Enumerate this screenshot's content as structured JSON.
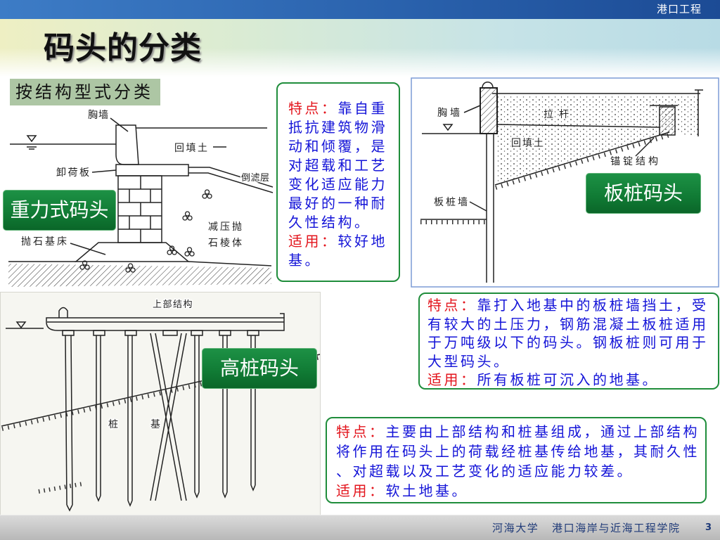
{
  "header": {
    "course": "港口工程"
  },
  "title": "码头的分类",
  "category_tag": "按结构型式分类",
  "gravity": {
    "type_label": "重力式码头",
    "labels": {
      "parapet": "胸墙",
      "backfill": "回填土",
      "relieving_slab": "卸荷板",
      "filter_layer": "倒滤层",
      "relief_prism_line1": "减压抛",
      "relief_prism_line2": "石棱体",
      "rubble_bed": "抛石基床"
    },
    "features": {
      "label": "特点：",
      "text": "靠自重抵抗建筑物滑动和倾覆，是对超载和工艺变化适应能力最好的一种耐久性结构。"
    },
    "applicable": {
      "label": "适用：",
      "text": "较好地基。"
    }
  },
  "sheet_pile": {
    "type_label": "板桩码头",
    "labels": {
      "parapet": "胸墙",
      "tie_rod": "拉杆",
      "backfill": "回填土",
      "anchor": "锚锭结构",
      "sheet_pile_wall": "板桩墙"
    },
    "features": {
      "label": "特点：",
      "text": "靠打入地基中的板桩墙挡土，受有较大的土压力，钢筋混凝土板桩适用于万吨级以下的码头。钢板桩则可用于大型码头。"
    },
    "applicable": {
      "label": "适用：",
      "text": "所有板桩可沉入的地基。"
    }
  },
  "high_pile": {
    "type_label": "高桩码头",
    "labels": {
      "superstructure": "上部结构",
      "pile_foundation": [
        "桩",
        "基"
      ]
    },
    "features": {
      "label": "特点：",
      "text": "主要由上部结构和桩基组成，通过上部结构将作用在码头上的荷载经桩基传给地基，其耐久性、对超载以及工艺变化的适应能力较差。"
    },
    "applicable": {
      "label": "适用：",
      "text": "软土地基。"
    }
  },
  "footer": {
    "university": "河海大学",
    "school": "港口海岸与近海工程学院",
    "page_number": "3"
  },
  "colors": {
    "header_blue": "#2a62ad",
    "category_tag_bg": "#adc6a4",
    "type_label_green": "#107a34",
    "box_border_green": "#1f8d3b",
    "highlight_red": "#e3141c",
    "body_text_blue": "#1414d8",
    "footer_text_navy": "#1f3a78"
  }
}
